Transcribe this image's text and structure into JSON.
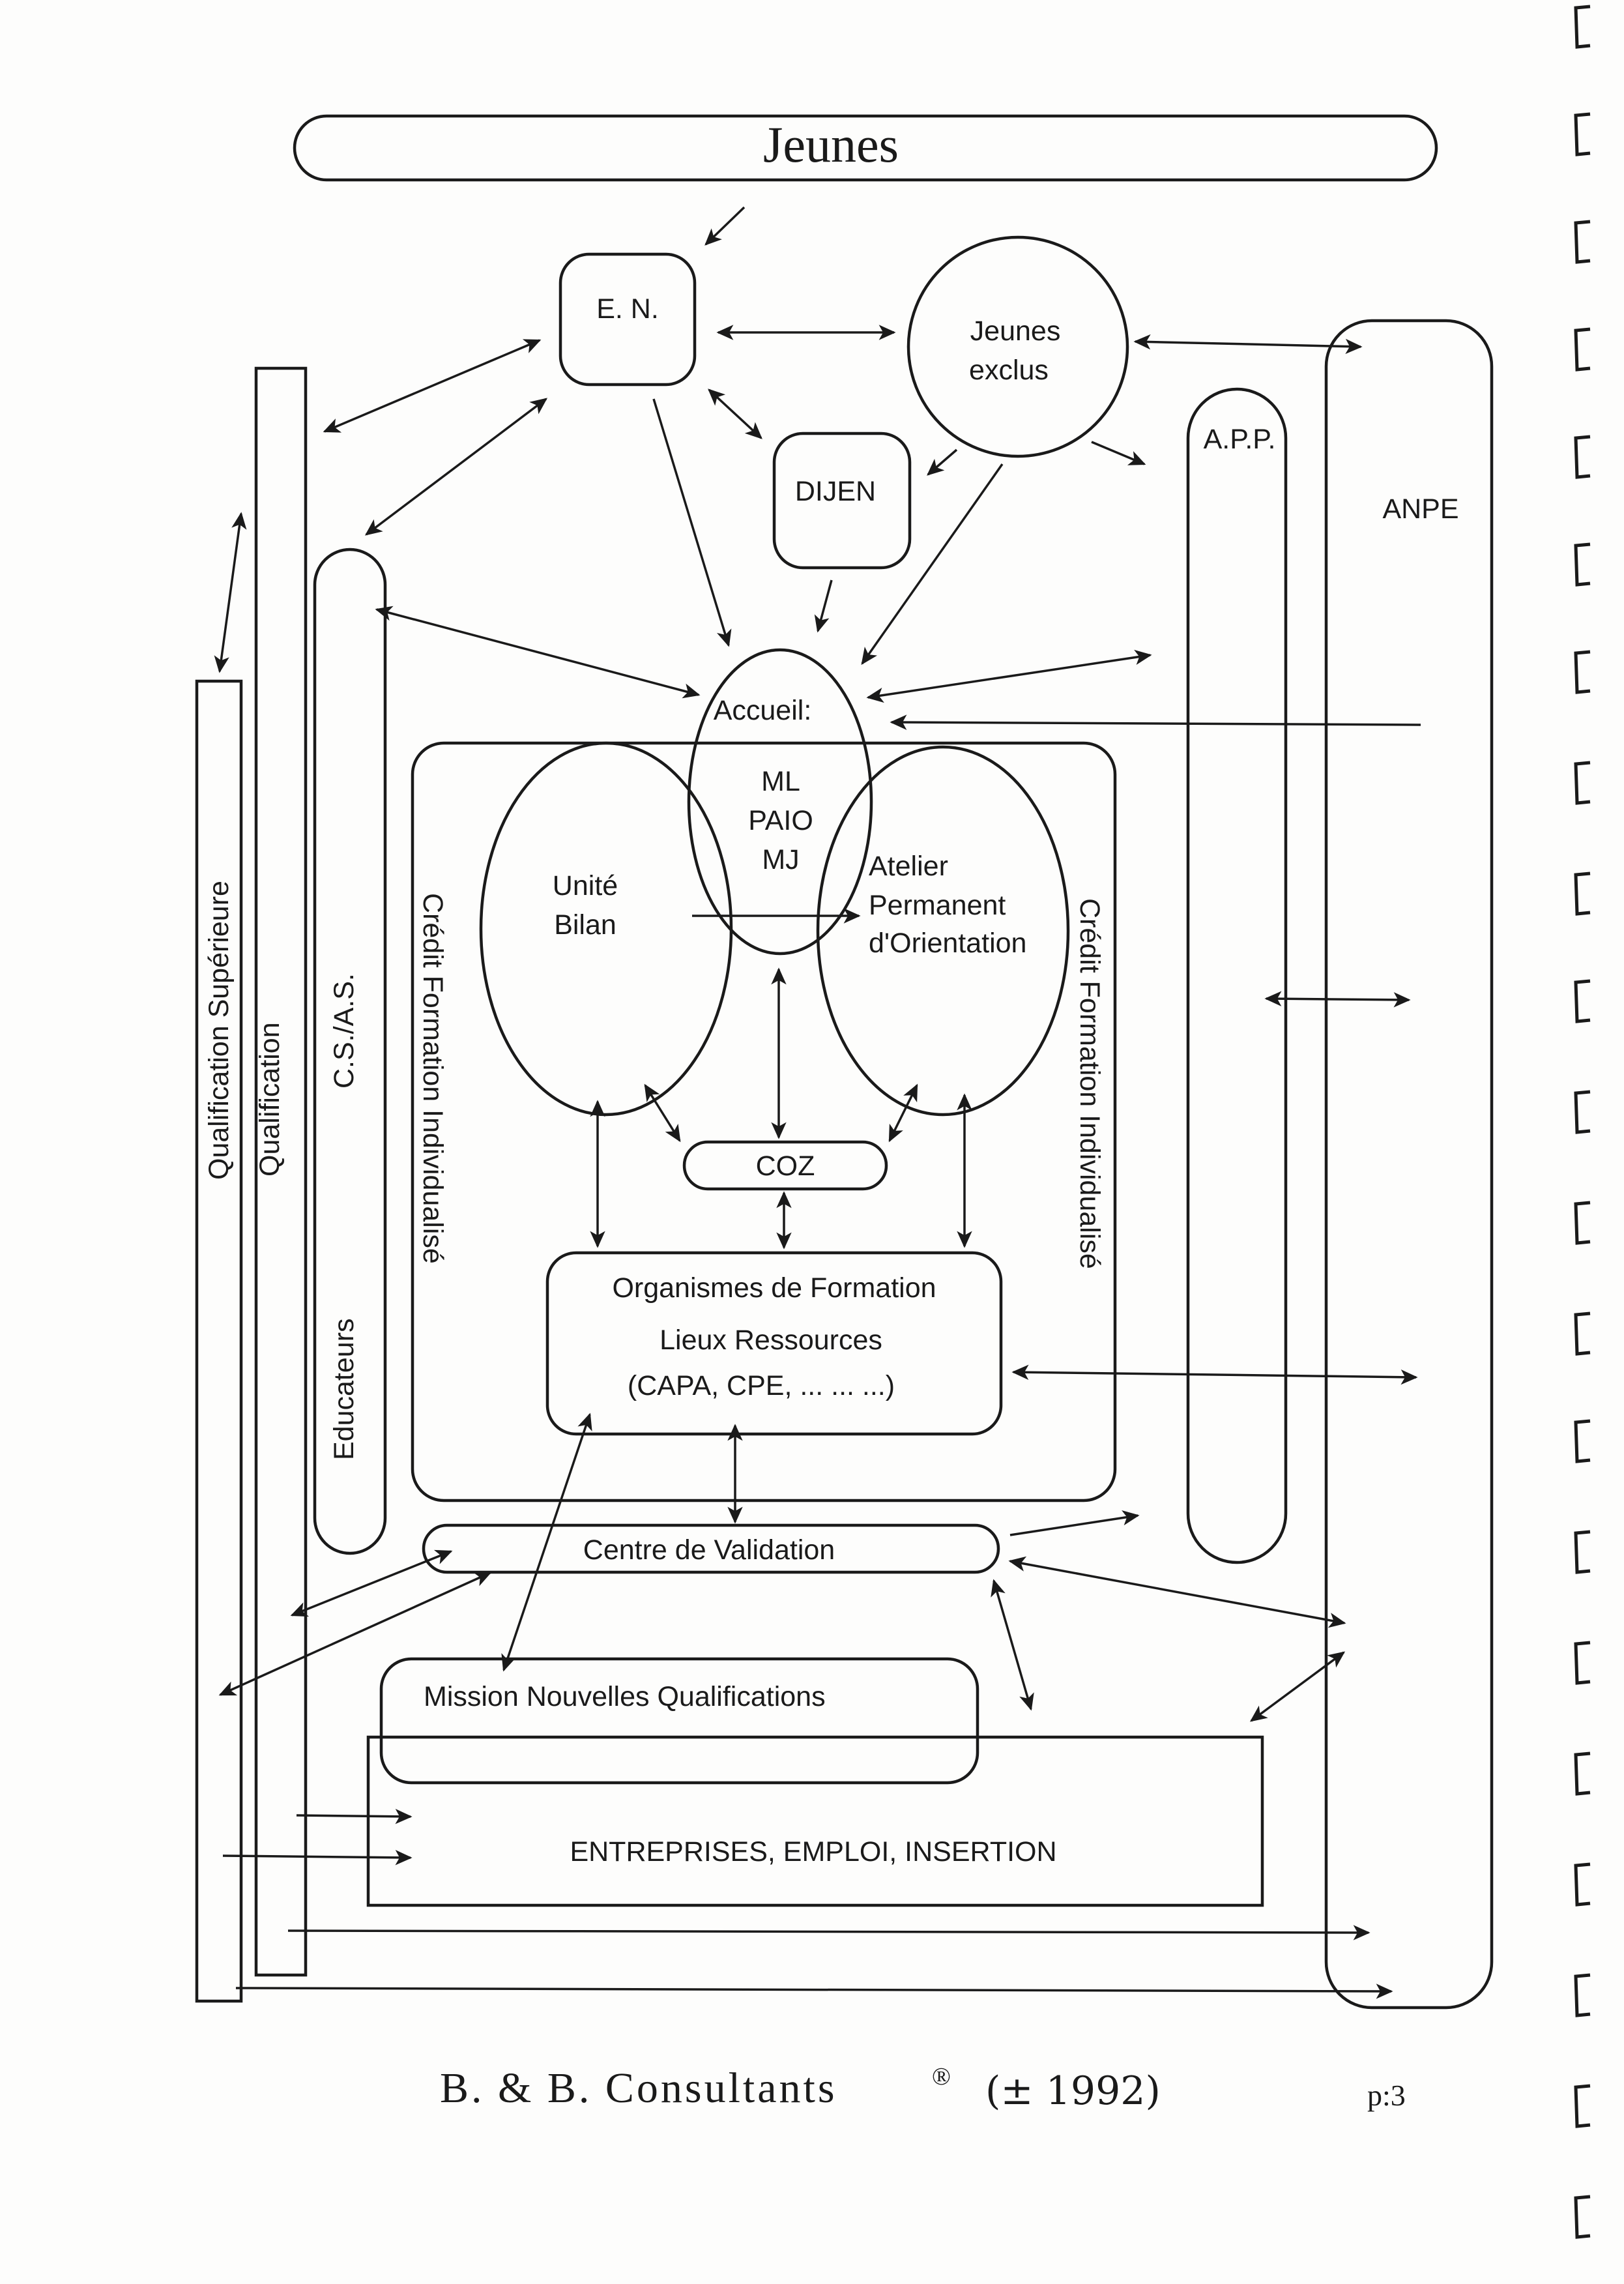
{
  "title": "Jeunes",
  "nodes": {
    "en": "E. N.",
    "jeunes_exclus": [
      "Jeunes",
      "exclus"
    ],
    "dijen": "DIJEN",
    "app": "A.P.P.",
    "anpe": "ANPE",
    "accueil": "Accueil:",
    "accueil_items": [
      "ML",
      "PAIO",
      "MJ"
    ],
    "unite_bilan": [
      "Unité",
      "Bilan"
    ],
    "atelier": [
      "Atelier",
      "Permanent",
      "d'Orientation"
    ],
    "coz": "COZ",
    "organismes": [
      "Organismes de Formation",
      "Lieux Ressources",
      "(CAPA, CPE, ...   ...   ...)"
    ],
    "centre_validation": "Centre de Validation",
    "mission": "Mission Nouvelles Qualifications",
    "entreprises": "ENTREPRISES, EMPLOI, INSERTION",
    "credit_left": "Crédit Formation Individualisé",
    "credit_right": "Crédit Formation Individualisé",
    "qualification_superieure": "Qualification Supérieure",
    "qualification": "Qualification",
    "csas": "C.S./A.S.",
    "educateurs": "Educateurs"
  },
  "footer": {
    "company": "B.  &  B.  Consultants",
    "trademark": "®",
    "handwritten_note": "(± 1992)",
    "page_number": "p:3"
  }
}
